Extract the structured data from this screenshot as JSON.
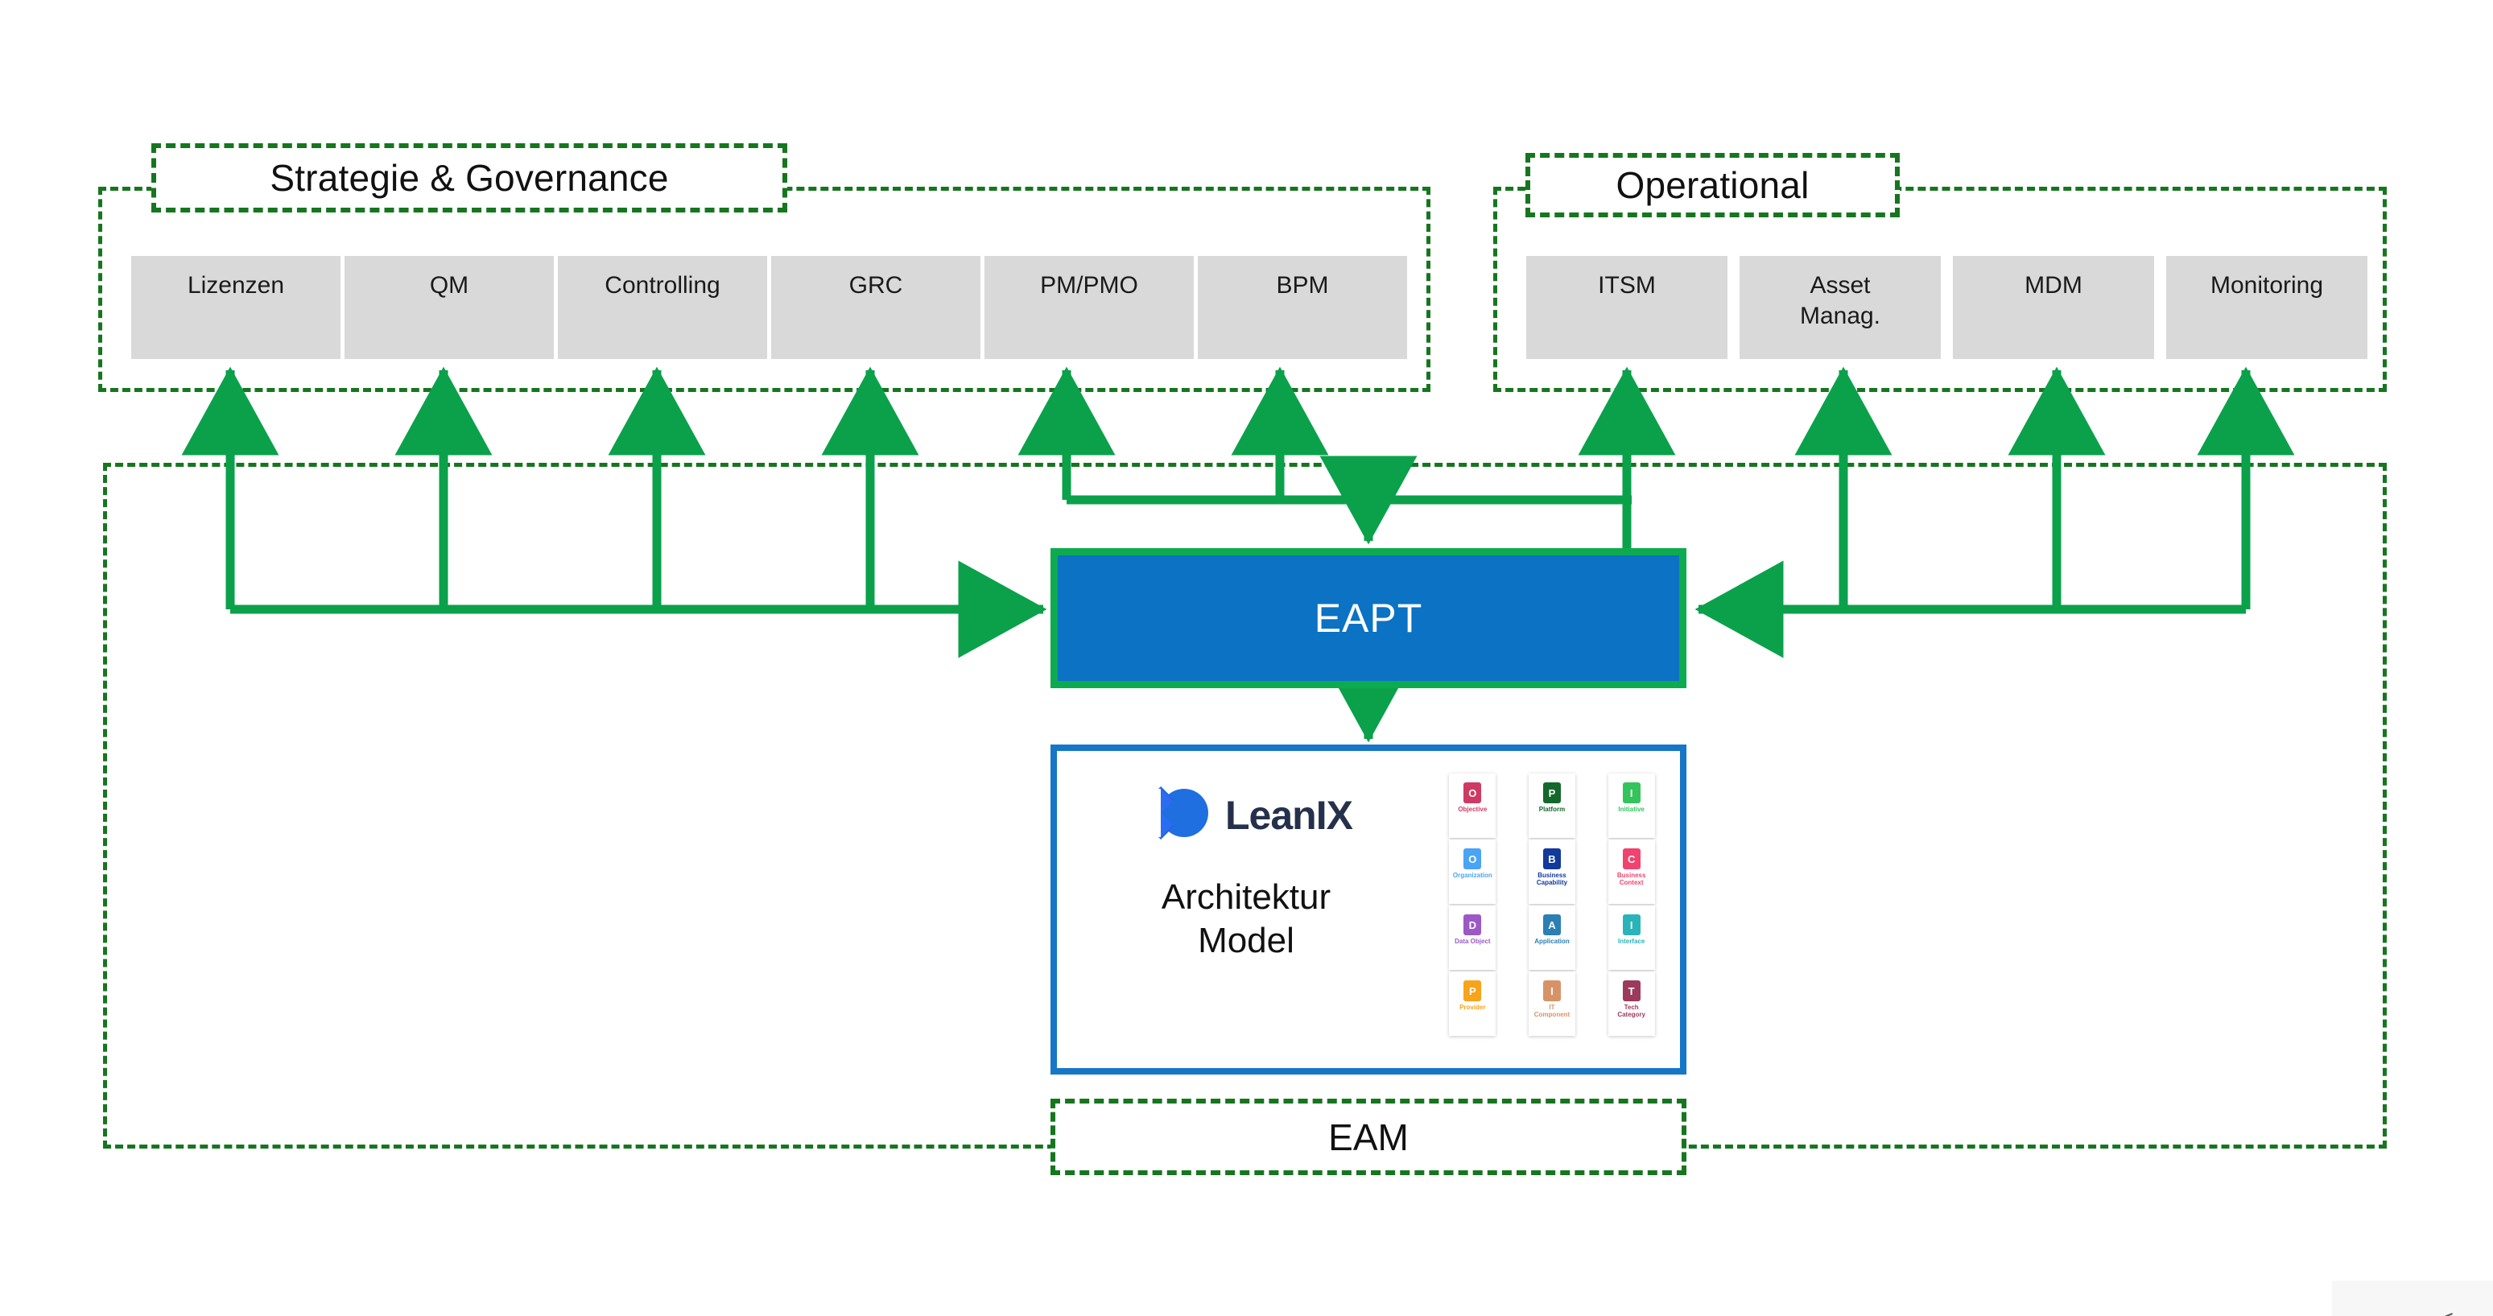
{
  "diagram": {
    "title_hidden": "EAM / EAPT architecture landscape",
    "colors": {
      "green_dashed": "#16761f",
      "green_arrow": "#0aa14a",
      "eapt_fill": "#0b72c4",
      "eapt_border": "#0dab4f",
      "capability_fill": "#d9d9d9",
      "leanix_border": "#1676c8",
      "leanix_wordmark": "#25314c"
    }
  },
  "groups": {
    "strategy": {
      "title": "Strategie & Governance",
      "boxes": [
        {
          "label": "Lizenzen"
        },
        {
          "label": "QM"
        },
        {
          "label": "Controlling"
        },
        {
          "label": "GRC"
        },
        {
          "label": "PM/PMO"
        },
        {
          "label": "BPM"
        }
      ]
    },
    "operational": {
      "title": "Operational",
      "boxes": [
        {
          "label": "ITSM"
        },
        {
          "label": "Asset\nManag."
        },
        {
          "label": "MDM"
        },
        {
          "label": "Monitoring"
        }
      ]
    },
    "eam": {
      "title": "EAM"
    }
  },
  "platform": {
    "eapt_label": "EAPT"
  },
  "leanix": {
    "wordmark": "LeanIX",
    "subtitle": "Architektur\nModel",
    "logo_icon": "leanix-logo-icon",
    "fact_sheets": [
      {
        "letter": "O",
        "name": "Objective",
        "color": "#cf3a63"
      },
      {
        "letter": "P",
        "name": "Platform",
        "color": "#14682c"
      },
      {
        "letter": "I",
        "name": "Initiative",
        "color": "#33c45b"
      },
      {
        "letter": "O",
        "name": "Organization",
        "color": "#4ba3f5"
      },
      {
        "letter": "B",
        "name": "Business\nCapability",
        "color": "#12399b"
      },
      {
        "letter": "C",
        "name": "Business\nContext",
        "color": "#f0436f"
      },
      {
        "letter": "D",
        "name": "Data Object",
        "color": "#9b59c6"
      },
      {
        "letter": "A",
        "name": "Application",
        "color": "#2a7fb5"
      },
      {
        "letter": "I",
        "name": "Interface",
        "color": "#2bb3ba"
      },
      {
        "letter": "P",
        "name": "Provider",
        "color": "#f8a31c"
      },
      {
        "letter": "I",
        "name": "IT\nComponent",
        "color": "#d79367"
      },
      {
        "letter": "T",
        "name": "Tech\nCategory",
        "color": "#9c3a5b"
      }
    ]
  },
  "connectors": {
    "description": "Green arrows linking EAPT with Strategie & Governance and Operational capabilities",
    "left_feed_targets": [
      "Lizenzen",
      "QM",
      "Controlling",
      "GRC"
    ],
    "top_feed_sources": [
      "PM/PMO",
      "BPM"
    ],
    "right_feed_targets": [
      "ITSM",
      "Asset Manag.",
      "MDM",
      "Monitoring"
    ],
    "vertical_link": "EAPT <-> LeanIX Architektur Model"
  }
}
